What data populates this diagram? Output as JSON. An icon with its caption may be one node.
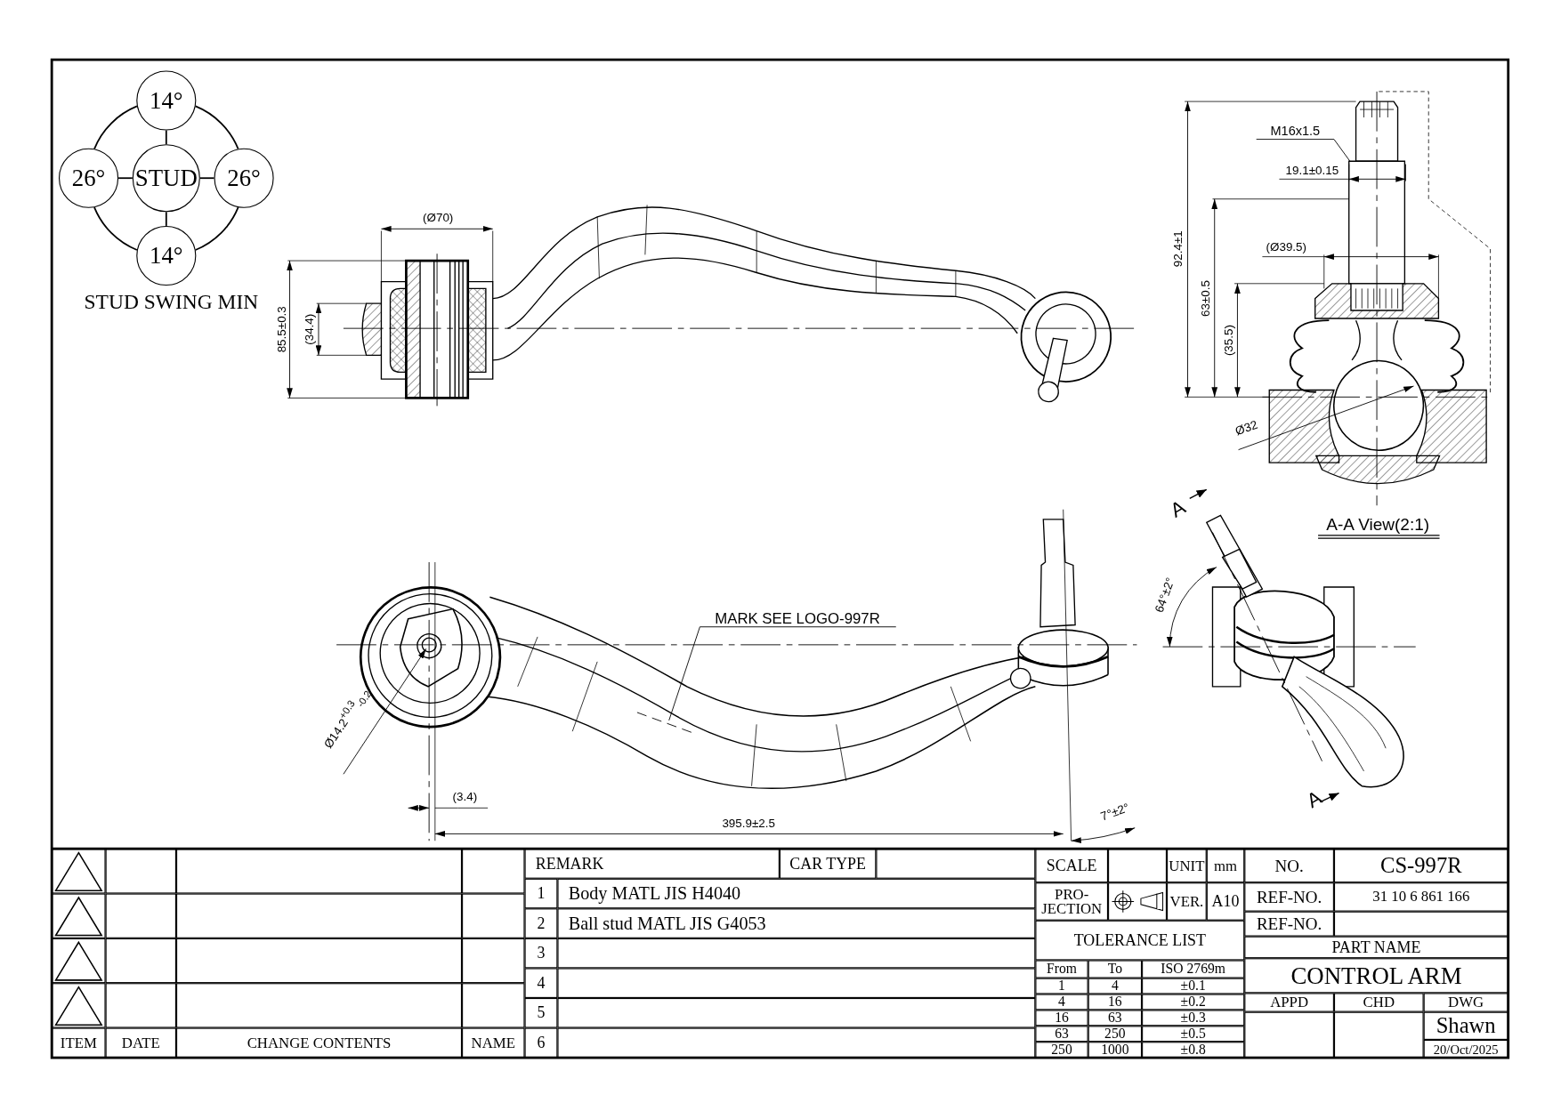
{
  "diagram": {
    "nodes": [
      {
        "text": [
          "14°"
        ]
      },
      {
        "text": [
          "26°"
        ]
      },
      {
        "text": [
          "STUD"
        ]
      },
      {
        "text": [
          "26°"
        ]
      },
      {
        "text": [
          "14°"
        ]
      },
      {
        "text": [
          "M16x1.5"
        ]
      },
      {
        "text": [
          "MARK SEE LOGO-997R"
        ]
      }
    ],
    "edges": [
      {
        "from": 2,
        "to": 0,
        "arrow": "none"
      },
      {
        "from": 2,
        "to": 1,
        "arrow": "none"
      },
      {
        "from": 2,
        "to": 3,
        "arrow": "none"
      },
      {
        "from": 2,
        "to": 4,
        "arrow": "none"
      },
      {
        "from": 0,
        "to": 1,
        "arrow": "none"
      },
      {
        "from": 0,
        "to": 3,
        "arrow": "none"
      },
      {
        "from": 1,
        "to": 4,
        "arrow": "none"
      },
      {
        "from": 3,
        "to": 4,
        "arrow": "none"
      },
      {
        "from": 5,
        "to": null,
        "arrow": "none"
      },
      {
        "from": 6,
        "to": null,
        "arrow": "none"
      }
    ],
    "labels": [
      "STUD SWING MIN",
      "(Ø70)",
      "85.5±0.3",
      "(34.4)",
      "92.4±1",
      "19.1±0.15",
      "(Ø39.5)",
      "63±0.5",
      "(35.5)",
      "Ø32",
      "A",
      "A-A View(2:1)",
      "64°±2°",
      "Ø14.2$^{+0.3}$$_{-0.2}$",
      "A",
      "(3.4)",
      "395.9±2.5",
      "7°±2°",
      "ITEM",
      "DATE",
      "CHANGE CONTENTS",
      "NAME",
      "REMARK",
      "CAR TYPE",
      "1",
      "Body MATL JIS H4040",
      "2",
      "Ball stud MATL JIS G4053",
      "3",
      "4",
      "5",
      "6",
      "SCALE",
      "UNIT",
      "mm",
      "PRO- JECTION",
      "VER.",
      "A10",
      "TOLERANCE LIST",
      "From",
      "To",
      "ISO 2769m",
      "1",
      "4",
      "±0.1",
      "4",
      "16",
      "±0.2",
      "16",
      "63",
      "±0.3",
      "63",
      "250",
      "±0.5",
      "250",
      "1000",
      "±0.8",
      "NO.",
      "CS-997R",
      "REF-NO.",
      "31 10 6 861 166",
      "REF-NO.",
      "PART NAME",
      "CONTROL ARM",
      "APPD",
      "CHD",
      "DWG",
      "Shawn",
      "20/Oct/2025"
    ]
  }
}
